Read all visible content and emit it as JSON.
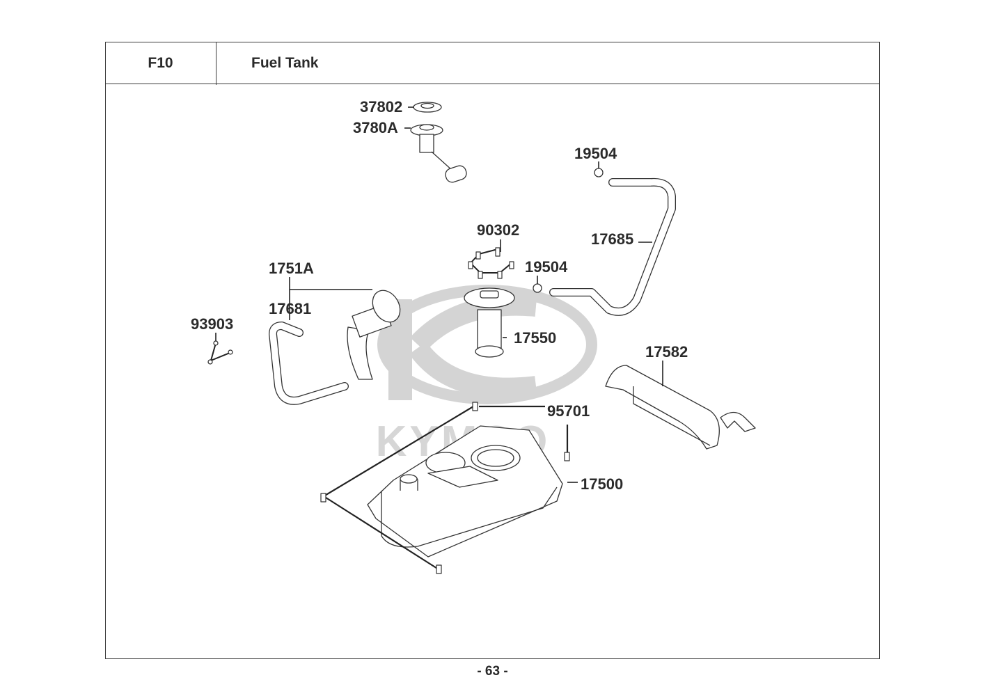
{
  "header": {
    "section_code": "F10",
    "section_title": "Fuel Tank"
  },
  "watermark": {
    "brand_text": "KYMCO",
    "logo_letter": "K"
  },
  "callouts": [
    {
      "part_no": "37802",
      "part": "fuel-gauge-gasket"
    },
    {
      "part_no": "3780A",
      "part": "fuel-level-sender"
    },
    {
      "part_no": "19504",
      "part": "hose-clip-upper"
    },
    {
      "part_no": "17685",
      "part": "breather-hose"
    },
    {
      "part_no": "90302",
      "part": "pump-flange-nuts"
    },
    {
      "part_no": "19504",
      "part": "hose-clip-middle"
    },
    {
      "part_no": "1751A",
      "part": "filler-neck"
    },
    {
      "part_no": "17681",
      "part": "filler-drain-hose"
    },
    {
      "part_no": "93903",
      "part": "tapping-screws"
    },
    {
      "part_no": "17550",
      "part": "fuel-pump"
    },
    {
      "part_no": "17582",
      "part": "tank-bracket"
    },
    {
      "part_no": "95701",
      "part": "flange-bolts"
    },
    {
      "part_no": "17500",
      "part": "fuel-tank"
    }
  ],
  "footer": {
    "page_number": "- 63 -"
  },
  "colors": {
    "ink": "#2b2b2b",
    "watermark": "#d4d4d4",
    "frame": "#3a3a3a"
  }
}
